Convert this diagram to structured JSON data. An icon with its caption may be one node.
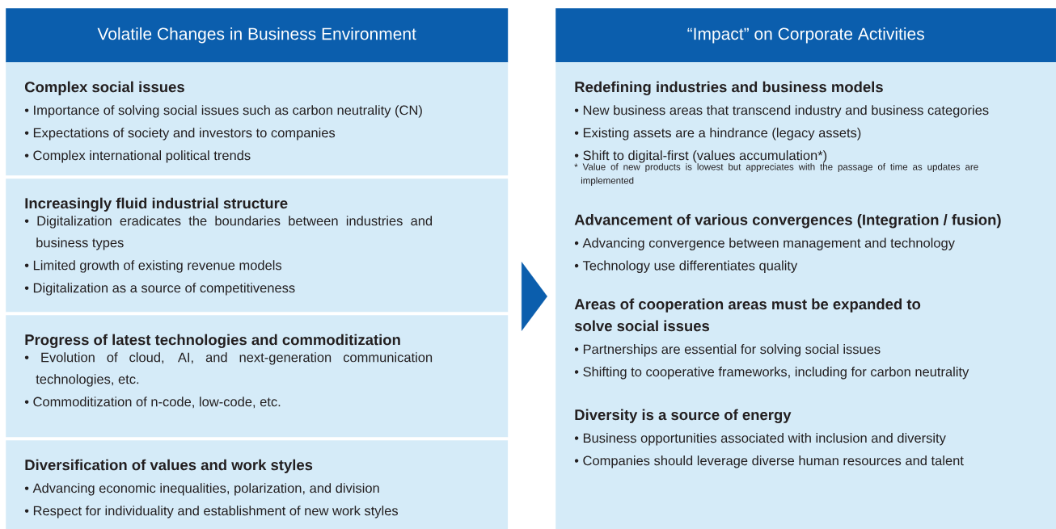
{
  "diagram": {
    "nodes": [
      {
        "text": [
          "Volatile Changes in Business Environment"
        ]
      },
      {
        "text": [
          "Complex social issues",
          "• Importance of solving social issues such as carbon neutrality (CN)",
          "• Expectations of society and investors to companies",
          "• Complex international political trends"
        ]
      },
      {
        "text": [
          "Increasingly fluid industrial structure",
          "• Digitalization eradicates the boundaries between industries and business types",
          "• Limited growth of existing revenue models",
          "• Digitalization as a source of competitiveness"
        ]
      },
      {
        "text": [
          "Progress of latest technologies and commoditization",
          "• Evolution of cloud, AI, and next-generation communication technologies, etc.",
          "• Commoditization of n-code, low-code, etc."
        ]
      },
      {
        "text": [
          "Diversification of values and work styles",
          "• Advancing economic inequalities, polarization, and division",
          "• Respect for individuality and establishment of new work styles"
        ]
      },
      {
        "text": [
          "“Impact” on Corporate Activities"
        ]
      },
      {
        "text": [
          "Redefining industries and business models",
          "• New business areas that transcend industry and business categories",
          "• Existing assets are a hindrance (legacy assets)",
          "• Shift to digital-first (values accumulation*)",
          "* Value of new products is lowest but appreciates with the passage of time as updates are implemented",
          "Advancement of various convergences (Integration / fusion)",
          "• Advancing convergence between management and technology",
          "• Technology use differentiates quality",
          "Areas of cooperation areas must be expanded to solve social issues",
          "• Partnerships are essential for solving social issues",
          "• Shifting to cooperative frameworks, including for carbon neutrality",
          "Diversity is a source of energy",
          "• Business opportunities associated with inclusion and diversity",
          "• Companies should leverage diverse human resources and talent"
        ]
      }
    ],
    "edges": [
      {
        "from": 2,
        "to": 6,
        "arrow": "to"
      }
    ]
  }
}
